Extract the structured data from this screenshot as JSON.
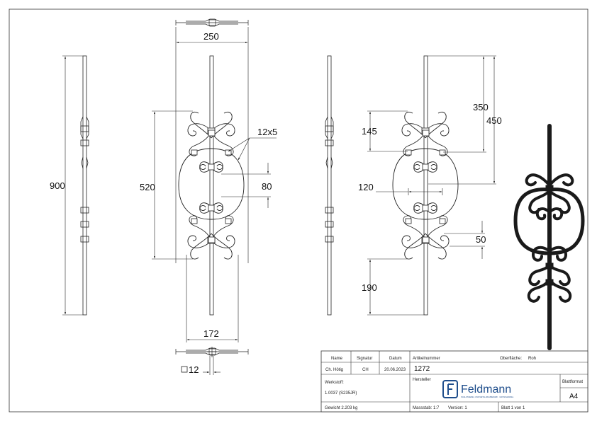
{
  "dimensions": {
    "d250": "250",
    "d900": "900",
    "d520": "520",
    "d12x5": "12x5",
    "d80": "80",
    "d172": "172",
    "d12": "12",
    "d145": "145",
    "d350": "350",
    "d450": "450",
    "d120": "120",
    "d50": "50",
    "d190": "190"
  },
  "title_block": {
    "name_label": "Name",
    "signatur_label": "Signatur",
    "datum_label": "Datum",
    "artikelnummer_label": "Artikelnummer",
    "oberflaeche_label": "Oberfläche:",
    "oberflaeche_value": "Roh",
    "name_value": "Ch. Hötig",
    "signatur_value": "CH",
    "datum_value": "20.06.2023",
    "artikelnummer_value": "1272",
    "werkstoff_label": "Werkstoff:",
    "werkstoff_value": "1.0037 (S235JR)",
    "hersteller_label": "Hersteller",
    "brand_name": "Feldmann",
    "brand_tagline": "SCHLOSSEREI- UND METALLBAUBEDARF · GROSSHANDEL",
    "blattformat_label": "Blattformat",
    "blattformat_value": "A4",
    "gewicht": "Gewicht 2.203 kg",
    "massstab": "Massstab: 1:7",
    "version": "Version: 1",
    "blatt": "Blatt 1 von 1"
  },
  "colors": {
    "line": "#222222",
    "iron": "#1a1a1a"
  }
}
